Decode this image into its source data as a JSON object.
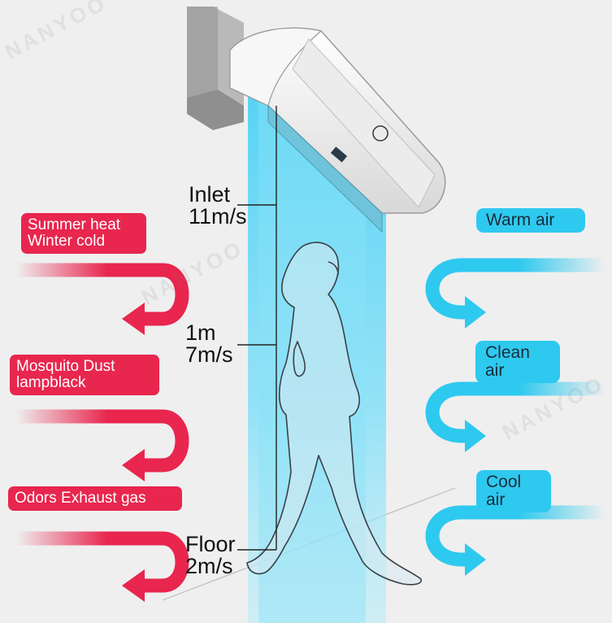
{
  "threats": [
    {
      "label": "Summer heat\nWinter cold"
    },
    {
      "label": "Mosquito  Dust\nlampblack"
    },
    {
      "label": "Odors   Exhaust gas"
    }
  ],
  "benefits": [
    {
      "label": "Warm air"
    },
    {
      "label": "Clean air"
    },
    {
      "label": "Cool air"
    }
  ],
  "measurements": [
    {
      "name": "Inlet",
      "speed": "11m/s"
    },
    {
      "name": "1m",
      "speed": "7m/s"
    },
    {
      "name": "Floor",
      "speed": "2m/s"
    }
  ],
  "watermark": "NANYOO",
  "colors": {
    "threat": "#e8264e",
    "benefit": "#2ec9ef",
    "airflow": "#5fd6f5",
    "background": "#efefef"
  }
}
